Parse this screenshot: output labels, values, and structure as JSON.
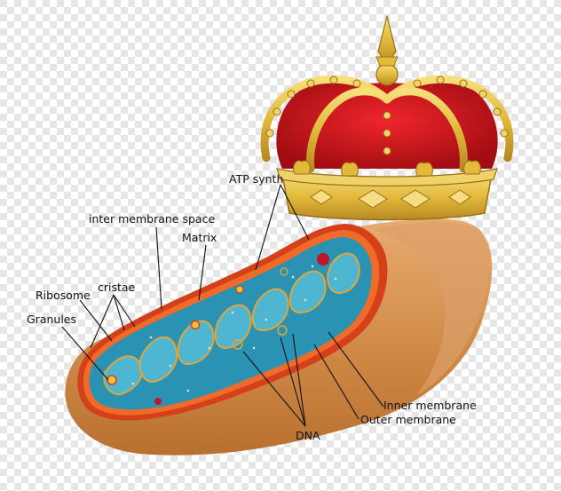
{
  "labels": {
    "atp_synth": "ATP synth",
    "inter_membrane_space": "inter membrane space",
    "matrix": "Matrix",
    "ribosome": "Ribosome",
    "cristae": "cristae",
    "granules": "Granules",
    "inner_membrane": "Inner membrane",
    "outer_membrane": "Outer membrane",
    "dna": "DNA"
  },
  "colors": {
    "checker_light": "#ffffff",
    "checker_dark": "#e3e3e3",
    "body_outer": "#c8803e",
    "body_light": "#e3a468",
    "outer_membrane": "#d4401a",
    "matrix": "#2a93b4",
    "matrix_light": "#4fb6d2",
    "crista_fill": "#e7c97a",
    "crown_gold": "#e2b93b",
    "crown_gold_dark": "#a3781c",
    "crown_red": "#d6141b",
    "crown_red_dark": "#8c0b10"
  },
  "icons": {
    "crown": "royal-crown-icon"
  }
}
